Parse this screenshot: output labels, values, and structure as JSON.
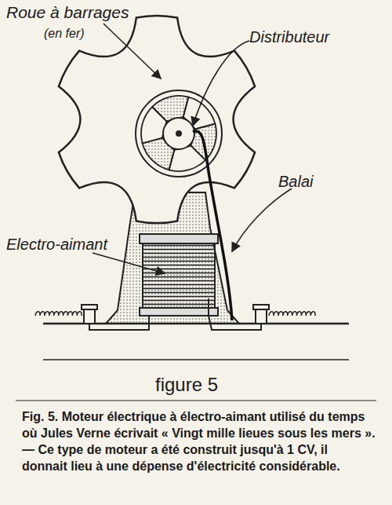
{
  "diagram": {
    "caption": "Fig. 5. Moteur électrique à électro-aimant utilisé du temps où Jules Verne écrivait « Vingt mille lieues sous les mers ». — Ce type de moteur a été construit jusqu'à 1 CV, il donnait lieu à une dépense d'électricité considérable.",
    "labels": [
      "Roue à barrages",
      "(en fer)",
      "Distributeur",
      "Balai",
      "Electro-aimant",
      "figure 5"
    ]
  }
}
